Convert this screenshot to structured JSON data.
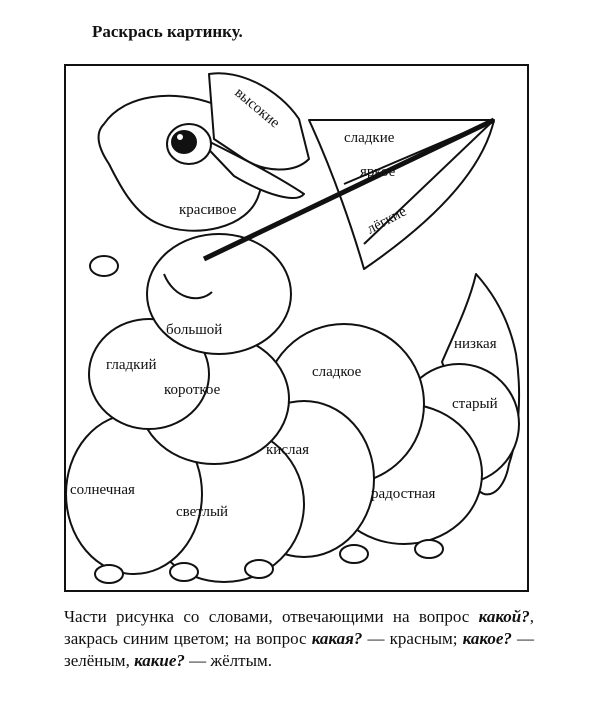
{
  "title": "Раскрась картинку.",
  "labels": {
    "hat": "высокие",
    "head": "красивое",
    "umbrella_1": "сладкие",
    "umbrella_2": "яркое",
    "umbrella_3": "лёгкие",
    "neck": "большой",
    "seg_smooth": "гладкий",
    "seg_short": "короткое",
    "seg_sweet": "сладкое",
    "seg_low": "низкая",
    "seg_old": "старый",
    "seg_sour": "кислая",
    "seg_sunny": "солнечная",
    "seg_bright": "светлый",
    "seg_joyful": "радостная"
  },
  "instruction": {
    "p1": "Части рисунка со словами, отвечающими на вопрос ",
    "q1": "какой?",
    "p2": ", закрась синим цветом; на вопрос ",
    "q2": "какая?",
    "p3": " — красным; ",
    "q3": "какое?",
    "p4": " — зелёным, ",
    "q4": "какие?",
    "p5": " — жёлтым."
  }
}
